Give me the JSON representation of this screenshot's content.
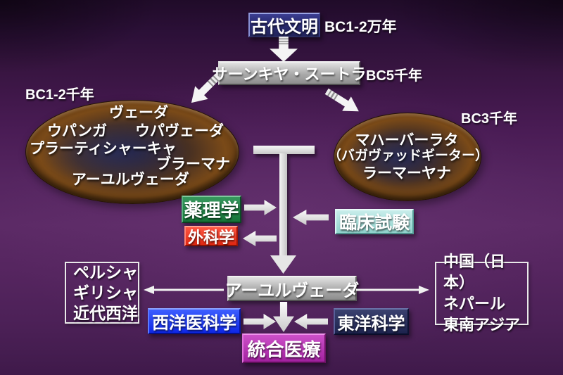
{
  "diagram": {
    "nodes": {
      "ancient_civilization": "古代文明",
      "samkhya_sutra": "サーンキヤ・スートラ",
      "pharmacology": "薬理学",
      "clinical_trials": "臨床試験",
      "surgery": "外科学",
      "ayurveda": "アーユルヴェーダ",
      "western_medicine": "西洋医科学",
      "eastern_science": "東洋科学",
      "integrative_medicine": "統合医療"
    },
    "era_labels": {
      "ancient": "BC1-2万年",
      "samkhya": "BC5千年",
      "veda_group": "BC1-2千年",
      "epic_group": "BC3千年"
    },
    "veda_ellipse_items": [
      "ヴェーダ",
      "ウパンガ",
      "ウパヴェーダ",
      "プラーティシャーキャ",
      "ブラーマナ",
      "アーユルヴェーダ"
    ],
    "epic_ellipse_lines": [
      "マハーバーラタ",
      "（バガヴァッドギーター）",
      "ラーマーヤナ"
    ],
    "west_spread": [
      "ペルシャ",
      "ギリシャ",
      "近代西洋"
    ],
    "east_spread": [
      "中国（日本）",
      "ネパール",
      "東南アジア"
    ],
    "colors": {
      "background_purple": "#5c2a66",
      "ancient_navy": "#2b2d76",
      "silver": "#aaaaaa",
      "pharmacology_green": "#167538",
      "clinical_cyan": "#9fdcd8",
      "surgery_red": "#e8321a",
      "western_blue": "#1535e8",
      "eastern_navy": "#1d234e",
      "integrative_magenta": "#b233ae",
      "arrow_white": "#ececec"
    }
  }
}
